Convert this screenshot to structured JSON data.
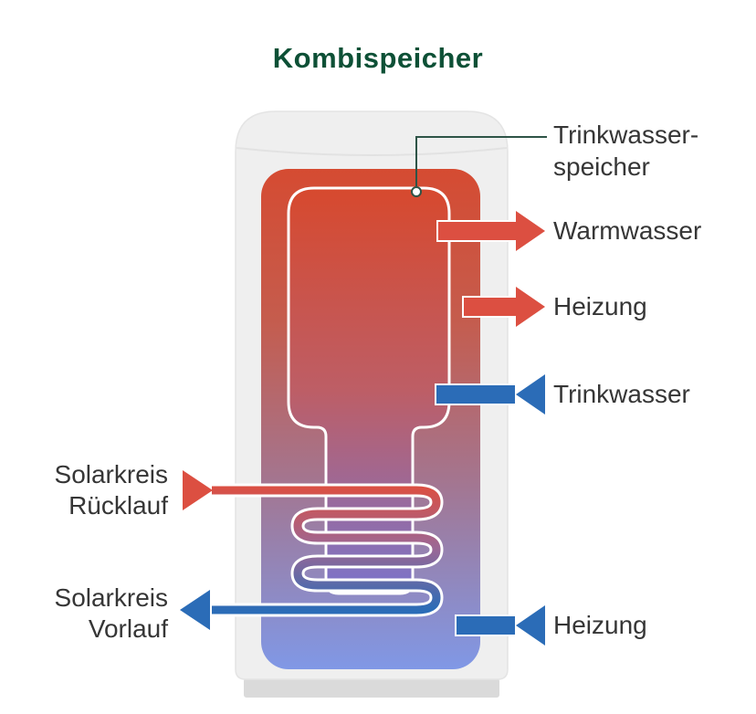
{
  "title": "Kombispeicher",
  "labels": {
    "inner_tank_line1": "Trinkwasser-",
    "inner_tank_line2": "speicher",
    "warmwasser": "Warmwasser",
    "heizung_top": "Heizung",
    "trinkwasser": "Trinkwasser",
    "solarkreis_ruecklauf_line1": "Solarkreis",
    "solarkreis_ruecklauf_line2": "Rücklauf",
    "solarkreis_vorlauf_line1": "Solarkreis",
    "solarkreis_vorlauf_line2": "Vorlauf",
    "heizung_bottom": "Heizung"
  },
  "arrows": [
    {
      "label": "Warmwasser",
      "direction": "right",
      "color": "red",
      "meaning": "hot water outlet from inner tank"
    },
    {
      "label": "Heizung",
      "direction": "right",
      "color": "red",
      "meaning": "heating supply from buffer water"
    },
    {
      "label": "Trinkwasser",
      "direction": "left",
      "color": "blue",
      "meaning": "cold drinking water inlet"
    },
    {
      "label": "Solarkreis Rücklauf",
      "direction": "right",
      "color": "red",
      "meaning": "solar circuit return into coil"
    },
    {
      "label": "Solarkreis Vorlauf",
      "direction": "left",
      "color": "blue",
      "meaning": "solar circuit flow out of coil"
    },
    {
      "label": "Heizung",
      "direction": "left",
      "color": "blue",
      "meaning": "heating return into buffer water"
    }
  ],
  "colors": {
    "title_green": "#0d5036",
    "label_text": "#363636",
    "arrow_red": "#dc4f41",
    "arrow_blue": "#2b6cb7",
    "tank_shell": "#efefef",
    "tank_shell_edge": "#e4e4e4",
    "tank_base": "#dadada",
    "tank_top_red": "#d54b32",
    "tank_upper_mid": "#c55c4d",
    "tank_lower_mid": "#a4758f",
    "tank_bottom_blue": "#8098e6",
    "inner_top_red": "#d7492e",
    "inner_mid": "#bd5e66",
    "inner_bottom_purple": "#7b74cb",
    "coil_mid_purple": "#9c6795",
    "connector_line": "#2e5447",
    "white_outline": "#ffffff"
  }
}
